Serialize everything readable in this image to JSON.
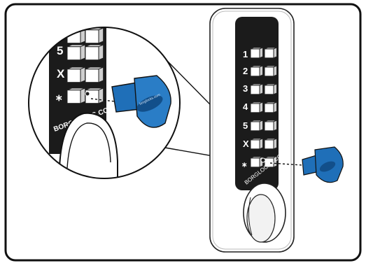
{
  "illustration": {
    "brand_text": "BORGLOCKS.COM",
    "key_text": "borglocks.com",
    "keypad_labels": [
      "1",
      "2",
      "3",
      "4",
      "5",
      "X",
      "⁎"
    ],
    "zoom_labels": [
      "5",
      "X",
      "⁎"
    ]
  },
  "colors": {
    "frame": "#111111",
    "panel": "#1b1b1b",
    "key_blue": "#1f6fb8",
    "key_dark": "#124f8a",
    "background": "#ffffff"
  }
}
